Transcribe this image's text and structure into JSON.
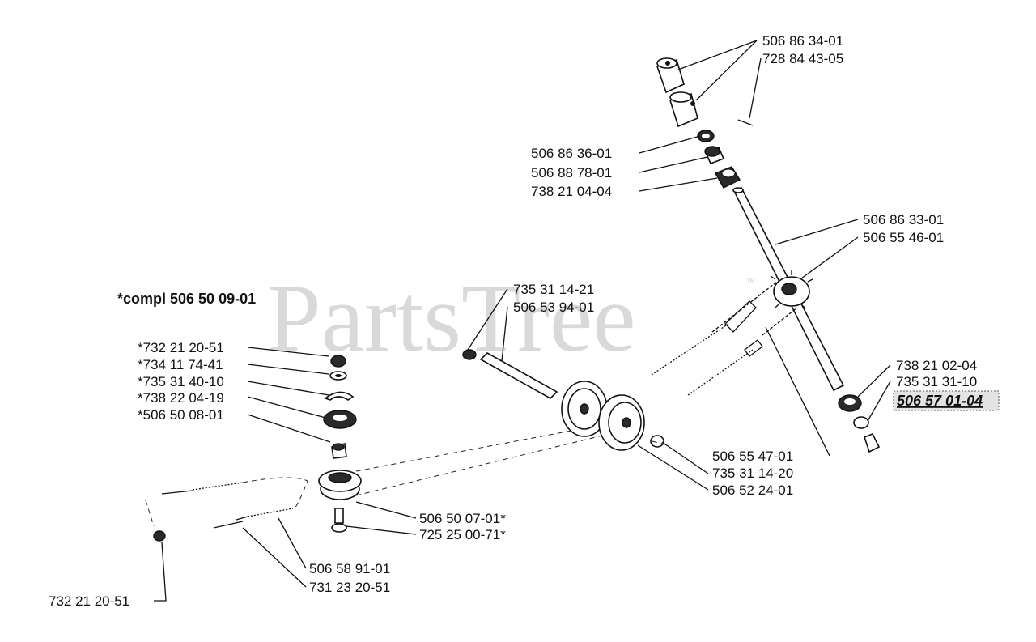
{
  "watermark": {
    "text": "PartsTree",
    "tm": "™"
  },
  "assembly_label": "*compl 506 50 09-01",
  "highlighted_part": "506 57 01-04",
  "labels": {
    "l50686340": "506 86 34-01",
    "l72884430": "728 84 43-05",
    "l50686360": "506 86 36-01",
    "l50688780": "506 88 78-01",
    "l73821040": "738 21 04-04",
    "l50686330": "506 86 33-01",
    "l50655460": "506 55 46-01",
    "l73531142": "735 31 14-21",
    "l50653940": "506 53 94-01",
    "l73221205a": "*732 21 20-51",
    "l73411744": "*734 11 74-41",
    "l73531401": "*735 31 40-10",
    "l73822041": "*738 22 04-19",
    "l50650080": "*506 50 08-01",
    "l73821020": "738 21 02-04",
    "l73531311": "735 31 31-10",
    "l50655470": "506 55 47-01",
    "l73531140": "735 31 14-20",
    "l50652240": "506 52 24-01",
    "l50650070": "506 50 07-01*",
    "l72525007": "725 25 00-71*",
    "l50658910": "506 58 91-01",
    "l73123205": "731 23 20-51",
    "l73221205b": "732 21 20-51"
  }
}
